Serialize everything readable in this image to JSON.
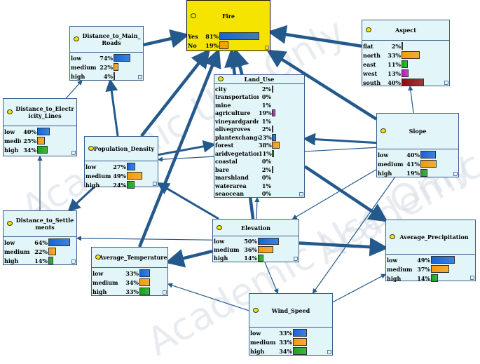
{
  "watermark": "Academic Use Only",
  "colors": {
    "blue": "#1565d8",
    "orange": "#f59a0c",
    "green": "#1aa31a",
    "magenta": "#b21bb8",
    "darkred": "#8e0b0b",
    "edge": "#24598c"
  },
  "nodes": {
    "fire": {
      "title": "Fire",
      "states": [
        {
          "label": "Yes",
          "pct": "81%",
          "value": 81,
          "color": "blue"
        },
        {
          "label": "No",
          "pct": "19%",
          "value": 19,
          "color": "orange"
        }
      ]
    },
    "distance_main_roads": {
      "title": "Distance_to_Main_Roads",
      "states": [
        {
          "label": "low",
          "pct": "74%",
          "value": 74,
          "color": "blue"
        },
        {
          "label": "medium",
          "pct": "22%",
          "value": 22,
          "color": "orange"
        },
        {
          "label": "high",
          "pct": "4%",
          "value": 4,
          "color": "green"
        }
      ]
    },
    "aspect": {
      "title": "Aspect",
      "states": [
        {
          "label": "flat",
          "pct": "2%",
          "value": 2,
          "color": "blue"
        },
        {
          "label": "north",
          "pct": "33%",
          "value": 33,
          "color": "orange"
        },
        {
          "label": "east",
          "pct": "11%",
          "value": 11,
          "color": "green"
        },
        {
          "label": "west",
          "pct": "13%",
          "value": 13,
          "color": "magenta"
        },
        {
          "label": "south",
          "pct": "40%",
          "value": 40,
          "color": "darkred"
        }
      ]
    },
    "land_use": {
      "title": "Land_Use",
      "states": [
        {
          "label": "city",
          "pct": "2%",
          "value": 2,
          "color": "blue"
        },
        {
          "label": "transportation",
          "pct": "0%",
          "value": 0,
          "color": "blue"
        },
        {
          "label": "mine",
          "pct": "1%",
          "value": 1,
          "color": "blue"
        },
        {
          "label": "agriculture",
          "pct": "19%",
          "value": 19,
          "color": "magenta"
        },
        {
          "label": "vineyardgarden",
          "pct": "1%",
          "value": 1,
          "color": "blue"
        },
        {
          "label": "olivegroves",
          "pct": "2%",
          "value": 2,
          "color": "blue"
        },
        {
          "label": "plantexchange",
          "pct": "23%",
          "value": 23,
          "color": "blue"
        },
        {
          "label": "forest",
          "pct": "38%",
          "value": 38,
          "color": "orange"
        },
        {
          "label": "aridvegetation",
          "pct": "11%",
          "value": 11,
          "color": "green"
        },
        {
          "label": "coastal",
          "pct": "0%",
          "value": 0,
          "color": "blue"
        },
        {
          "label": "bare",
          "pct": "2%",
          "value": 2,
          "color": "blue"
        },
        {
          "label": "marshland",
          "pct": "0%",
          "value": 0,
          "color": "blue"
        },
        {
          "label": "waterarea",
          "pct": "1%",
          "value": 1,
          "color": "blue"
        },
        {
          "label": "seaocean",
          "pct": "0%",
          "value": 0,
          "color": "blue"
        }
      ]
    },
    "distance_electricity": {
      "title": "Distance_to_Electricity_Lines",
      "states": [
        {
          "label": "low",
          "pct": "40%",
          "value": 40,
          "color": "blue"
        },
        {
          "label": "medium",
          "pct": "25%",
          "value": 25,
          "color": "orange"
        },
        {
          "label": "high",
          "pct": "34%",
          "value": 34,
          "color": "green"
        }
      ]
    },
    "population_density": {
      "title": "Population_Density",
      "states": [
        {
          "label": "low",
          "pct": "27%",
          "value": 27,
          "color": "blue"
        },
        {
          "label": "medium",
          "pct": "49%",
          "value": 49,
          "color": "orange"
        },
        {
          "label": "high",
          "pct": "24%",
          "value": 24,
          "color": "green"
        }
      ]
    },
    "slope": {
      "title": "Slope",
      "states": [
        {
          "label": "low",
          "pct": "40%",
          "value": 40,
          "color": "blue"
        },
        {
          "label": "medium",
          "pct": "41%",
          "value": 41,
          "color": "orange"
        },
        {
          "label": "high",
          "pct": "19%",
          "value": 19,
          "color": "green"
        }
      ]
    },
    "distance_settlements": {
      "title": "Distance_to_Settlements",
      "states": [
        {
          "label": "low",
          "pct": "64%",
          "value": 64,
          "color": "blue"
        },
        {
          "label": "medium",
          "pct": "22%",
          "value": 22,
          "color": "orange"
        },
        {
          "label": "high",
          "pct": "14%",
          "value": 14,
          "color": "green"
        }
      ]
    },
    "elevation": {
      "title": "Elevation",
      "states": [
        {
          "label": "low",
          "pct": "50%",
          "value": 50,
          "color": "blue"
        },
        {
          "label": "medium",
          "pct": "36%",
          "value": 36,
          "color": "orange"
        },
        {
          "label": "high",
          "pct": "14%",
          "value": 14,
          "color": "green"
        }
      ]
    },
    "average_precipitation": {
      "title": "Average_Precipitation",
      "states": [
        {
          "label": "low",
          "pct": "49%",
          "value": 49,
          "color": "blue"
        },
        {
          "label": "medium",
          "pct": "37%",
          "value": 37,
          "color": "orange"
        },
        {
          "label": "high",
          "pct": "14%",
          "value": 14,
          "color": "green"
        }
      ]
    },
    "average_temperature": {
      "title": "Average_Temperature",
      "states": [
        {
          "label": "low",
          "pct": "33%",
          "value": 33,
          "color": "blue"
        },
        {
          "label": "medium",
          "pct": "34%",
          "value": 34,
          "color": "orange"
        },
        {
          "label": "high",
          "pct": "33%",
          "value": 33,
          "color": "green"
        }
      ]
    },
    "wind_speed": {
      "title": "Wind_Speed",
      "states": [
        {
          "label": "low",
          "pct": "33%",
          "value": 33,
          "color": "blue"
        },
        {
          "label": "medium",
          "pct": "33%",
          "value": 33,
          "color": "orange"
        },
        {
          "label": "high",
          "pct": "34%",
          "value": 34,
          "color": "green"
        }
      ]
    }
  },
  "edges": [
    {
      "from": "distance_main_roads",
      "to": "fire",
      "strength": "thick"
    },
    {
      "from": "aspect",
      "to": "fire",
      "strength": "thick"
    },
    {
      "from": "land_use",
      "to": "fire",
      "strength": "thick"
    },
    {
      "from": "population_density",
      "to": "fire",
      "strength": "thick"
    },
    {
      "from": "average_temperature",
      "to": "fire",
      "strength": "thick"
    },
    {
      "from": "slope",
      "to": "fire",
      "strength": "thick"
    },
    {
      "from": "elevation",
      "to": "fire",
      "strength": "thick"
    },
    {
      "from": "population_density",
      "to": "distance_main_roads",
      "strength": "medium"
    },
    {
      "from": "distance_electricity",
      "to": "distance_main_roads",
      "strength": "thin"
    },
    {
      "from": "slope",
      "to": "aspect",
      "strength": "thin"
    },
    {
      "from": "slope",
      "to": "land_use",
      "strength": "medium"
    },
    {
      "from": "population_density",
      "to": "land_use",
      "strength": "medium"
    },
    {
      "from": "elevation",
      "to": "land_use",
      "strength": "thin"
    },
    {
      "from": "slope",
      "to": "population_density",
      "strength": "thin"
    },
    {
      "from": "distance_settlements",
      "to": "distance_electricity",
      "strength": "thin"
    },
    {
      "from": "population_density",
      "to": "distance_settlements",
      "strength": "medium"
    },
    {
      "from": "elevation",
      "to": "distance_settlements",
      "strength": "thin"
    },
    {
      "from": "elevation",
      "to": "population_density",
      "strength": "medium"
    },
    {
      "from": "elevation",
      "to": "average_temperature",
      "strength": "thick"
    },
    {
      "from": "elevation",
      "to": "average_precipitation",
      "strength": "thick"
    },
    {
      "from": "elevation",
      "to": "wind_speed",
      "strength": "thin"
    },
    {
      "from": "land_use",
      "to": "average_precipitation",
      "strength": "thick"
    },
    {
      "from": "slope",
      "to": "wind_speed",
      "strength": "thin"
    },
    {
      "from": "wind_speed",
      "to": "average_precipitation",
      "strength": "thin"
    },
    {
      "from": "wind_speed",
      "to": "average_temperature",
      "strength": "thin"
    },
    {
      "from": "slope",
      "to": "elevation",
      "strength": "thin"
    }
  ]
}
